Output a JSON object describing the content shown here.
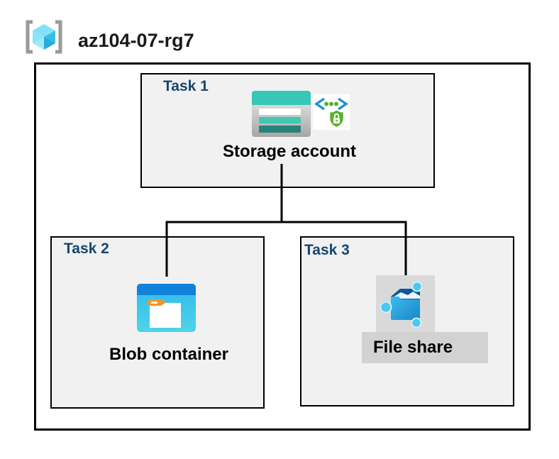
{
  "title": {
    "resource_group": "az104-07-rg7"
  },
  "tasks": [
    {
      "label": "Task 1",
      "resource": "Storage account"
    },
    {
      "label": "Task 2",
      "resource": "Blob container"
    },
    {
      "label": "Task 3",
      "resource": "File share",
      "selected": true
    }
  ],
  "icons": {
    "header": "resource-group-icon",
    "task1": [
      "storage-account-icon",
      "sas-shield-icon"
    ],
    "task2": [
      "blob-container-icon"
    ],
    "task3": [
      "file-share-icon"
    ]
  },
  "connections": [
    {
      "from": "Storage account",
      "to": "Blob container"
    },
    {
      "from": "Storage account",
      "to": "File share"
    }
  ],
  "colors": {
    "task_label_navy": "#17466E",
    "box_background": "#F1F1F1",
    "border_black": "#000000",
    "storage_teal": "#38C7B4",
    "storage_teal_dark": "#27837A",
    "blob_top_blue": "#1182D9",
    "blob_body_cyan": "#33C0EE",
    "folder_tab_orange": "#F79428",
    "fileshare_navy": "#0B57A0",
    "fileshare_body_blue": "#29A9E0",
    "node_cyan": "#49C8F3",
    "sas_bracket_blue": "#1B93D1",
    "sas_green": "#57B42C",
    "rg_bracket_gray": "#9A9A9A",
    "rg_cube_cyan": "#7CE0F5",
    "icon_selection_gray": "#D9D9D9",
    "label_selection_gray": "#D2D2D2"
  }
}
